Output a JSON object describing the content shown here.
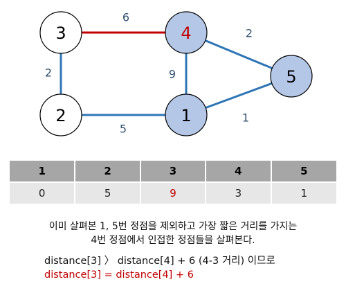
{
  "graph": {
    "nodes": [
      {
        "id": "3",
        "label": "3",
        "fill": "#ffffff",
        "text_color": "#000000"
      },
      {
        "id": "4",
        "label": "4",
        "fill": "#b4c7e7",
        "text_color": "#c00000"
      },
      {
        "id": "2",
        "label": "2",
        "fill": "#ffffff",
        "text_color": "#000000"
      },
      {
        "id": "1",
        "label": "1",
        "fill": "#b4c7e7",
        "text_color": "#000000"
      },
      {
        "id": "5",
        "label": "5",
        "fill": "#b4c7e7",
        "text_color": "#000000"
      }
    ],
    "edges": [
      {
        "from": "3",
        "to": "4",
        "weight": "6",
        "color": "#c00000"
      },
      {
        "from": "4",
        "to": "5",
        "weight": "2",
        "color": "#2e75b6"
      },
      {
        "from": "3",
        "to": "2",
        "weight": "2",
        "color": "#2e75b6"
      },
      {
        "from": "4",
        "to": "1",
        "weight": "9",
        "color": "#2e75b6"
      },
      {
        "from": "2",
        "to": "1",
        "weight": "5",
        "color": "#2e75b6"
      },
      {
        "from": "1",
        "to": "5",
        "weight": "1",
        "color": "#2e75b6"
      }
    ],
    "weight_label_color": "#2f4f6f"
  },
  "table": {
    "headers": [
      "1",
      "2",
      "3",
      "4",
      "5"
    ],
    "values": [
      "0",
      "5",
      "9",
      "3",
      "1"
    ],
    "highlight_color": "#c00000",
    "highlight_index": 2
  },
  "caption": {
    "line1": "이미 살펴본 1, 5번 정점을 제외하고 가장 짧은 거리를 가지는",
    "line2": "4번 정점에서 인접한 정점들을 살펴본다."
  },
  "formula": {
    "line1": "distance[3] 〉 distance[4] + 6 (4-3 거리) 이므로",
    "line2": "distance[3] = distance[4] + 6"
  }
}
